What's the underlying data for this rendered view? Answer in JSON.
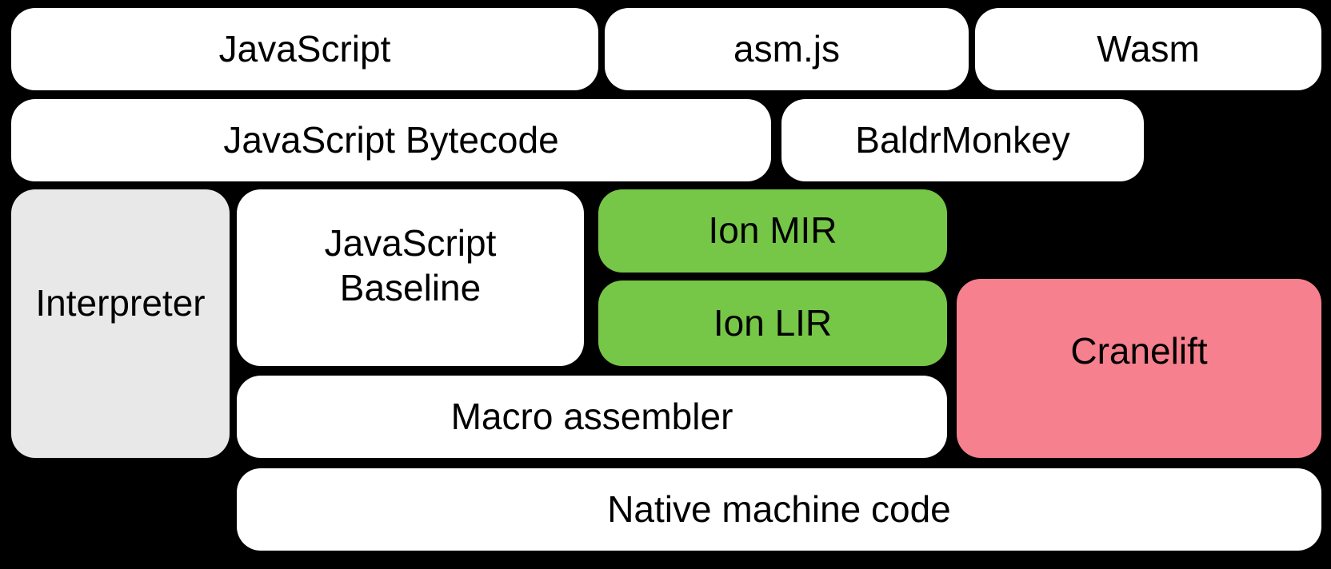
{
  "diagram": {
    "background": "#000000",
    "colors": {
      "box_white": "#FFFFFF",
      "box_gray": "#E8E8E8",
      "box_green": "#76C647",
      "box_pink": "#F6808D",
      "text": "#000000"
    },
    "boxes": {
      "javascript": {
        "label": "JavaScript",
        "fill": "#FFFFFF"
      },
      "asmjs": {
        "label": "asm.js",
        "fill": "#FFFFFF"
      },
      "wasm": {
        "label": "Wasm",
        "fill": "#FFFFFF"
      },
      "javascript_bytecode": {
        "label": "JavaScript Bytecode",
        "fill": "#FFFFFF"
      },
      "baldrmonkey": {
        "label": "BaldrMonkey",
        "fill": "#FFFFFF"
      },
      "interpreter": {
        "label": "Interpreter",
        "fill": "#E8E8E8"
      },
      "javascript_baseline": {
        "label": "JavaScript\nBaseline",
        "fill": "#FFFFFF"
      },
      "ion_mir": {
        "label": "Ion MIR",
        "fill": "#76C647"
      },
      "ion_lir": {
        "label": "Ion LIR",
        "fill": "#76C647"
      },
      "cranelift": {
        "label": "Cranelift",
        "fill": "#F6808D"
      },
      "macro_assembler": {
        "label": "Macro assembler",
        "fill": "#FFFFFF"
      },
      "native_machine_code": {
        "label": "Native machine code",
        "fill": "#FFFFFF"
      }
    }
  }
}
